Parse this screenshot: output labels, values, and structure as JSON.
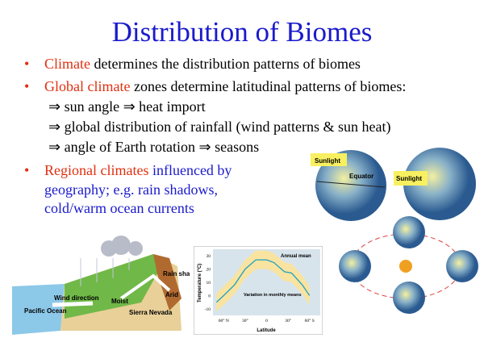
{
  "title": "Distribution of Biomes",
  "bullets": [
    {
      "highlight": "Climate",
      "rest": " determines the distribution patterns of biomes"
    },
    {
      "highlight": "Global climate",
      "rest": " zones determine latitudinal patterns of biomes:"
    },
    {
      "highlight": "Regional climates",
      "rest": " influenced by"
    }
  ],
  "subpoints": [
    "sun angle",
    "heat import",
    "global distribution of rainfall (wind patterns & sun heat)",
    "angle of Earth rotation",
    "seasons"
  ],
  "arrow": "⇒",
  "regional_cont": [
    "geography; e.g. rain shadows,",
    "cold/warm ocean currents"
  ],
  "globes": {
    "sunlight": "Sunlight",
    "equator": "Equator"
  },
  "rainshadow": {
    "wind": "Wind direction",
    "ocean": "Pacific Ocean",
    "moist": "Moist",
    "sierra": "Sierra Nevada",
    "rain": "Rain shadow",
    "arid": "Arid"
  },
  "chart_data": {
    "type": "line",
    "title": "",
    "xlabel": "Latitude",
    "ylabel": "Temperature (°C)",
    "xticks": [
      "60° N",
      "30°",
      "0",
      "30°",
      "60° S"
    ],
    "yticks": [
      "30",
      "20",
      "10",
      "0",
      "-10"
    ],
    "ylim": [
      -15,
      35
    ],
    "annotations": [
      "Annual mean",
      "Variation in monthly means"
    ],
    "series": [
      {
        "name": "Annual mean",
        "x": [
          -70,
          -60,
          -45,
          -30,
          -15,
          0,
          10,
          25,
          35,
          50,
          60
        ],
        "values": [
          -5,
          0,
          8,
          20,
          27,
          27,
          25,
          18,
          17,
          8,
          0
        ]
      }
    ]
  }
}
